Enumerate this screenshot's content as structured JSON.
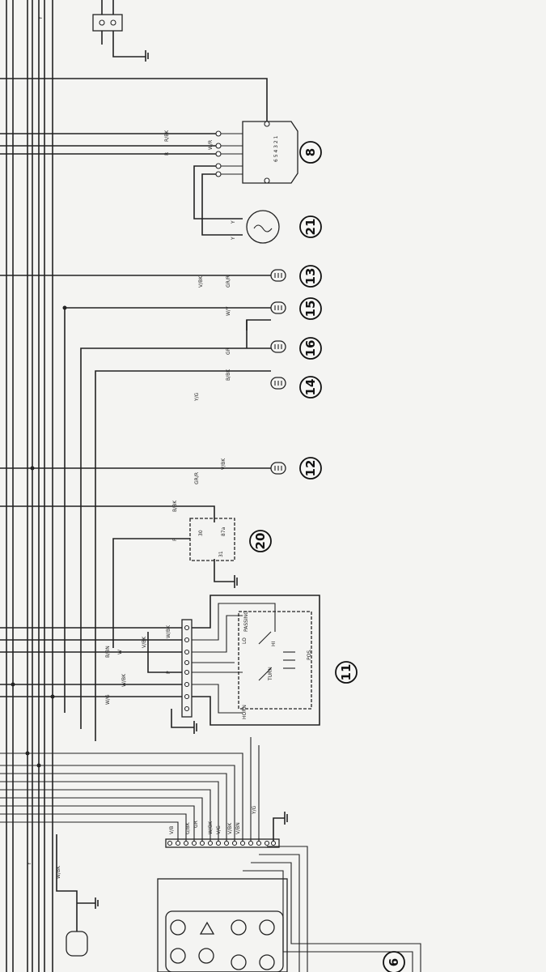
{
  "components": {
    "regulator": {
      "ref": "8",
      "pins": "6 5 4 3 2 1"
    },
    "alternator": {
      "ref": "21"
    },
    "lamp_13": {
      "ref": "13"
    },
    "lamp_15": {
      "ref": "15"
    },
    "lamp_16": {
      "ref": "16"
    },
    "lamp_14": {
      "ref": "14"
    },
    "lamp_12": {
      "ref": "12"
    },
    "relay": {
      "ref": "20",
      "pins": [
        "87a",
        "30",
        "31"
      ]
    },
    "switch": {
      "ref": "11",
      "labels": [
        "PASSING",
        "LO",
        "HI",
        "TURN",
        "HORN",
        "POS."
      ]
    },
    "dashboard": {
      "ref": "6"
    }
  },
  "wire_labels": {
    "r_bk": "R/BK",
    "r": "R",
    "w_r": "W/R",
    "y1": "Y",
    "y2": "Y",
    "v_bk_13": "V/BK",
    "gr_r_13": "GR/R",
    "w_y": "W/Y",
    "gr_16": "GR",
    "y_g_14": "Y/G",
    "b_bk_14": "B/BK",
    "gr_r_12": "GR/R",
    "v_bk_12": "V/BK",
    "b_bk_20": "B/BK",
    "p_20": "P",
    "w_bk_11": "W/BK",
    "b_bn": "B/BN",
    "w_11": "W",
    "v_bk_11": "V/BK",
    "p_11": "P",
    "w_bk_11b": "W/BK",
    "w_g": "W/G",
    "v_b": "V/B",
    "gr_bk": "G/BK",
    "gr": "GR",
    "w_bk": "W/BK",
    "v_g": "V/G",
    "v_bk": "V/BK",
    "v_bn": "V/BN",
    "y_g": "Y/G",
    "y_left": "Y",
    "w_bk_left": "W/BK",
    "top_y": "Y"
  }
}
